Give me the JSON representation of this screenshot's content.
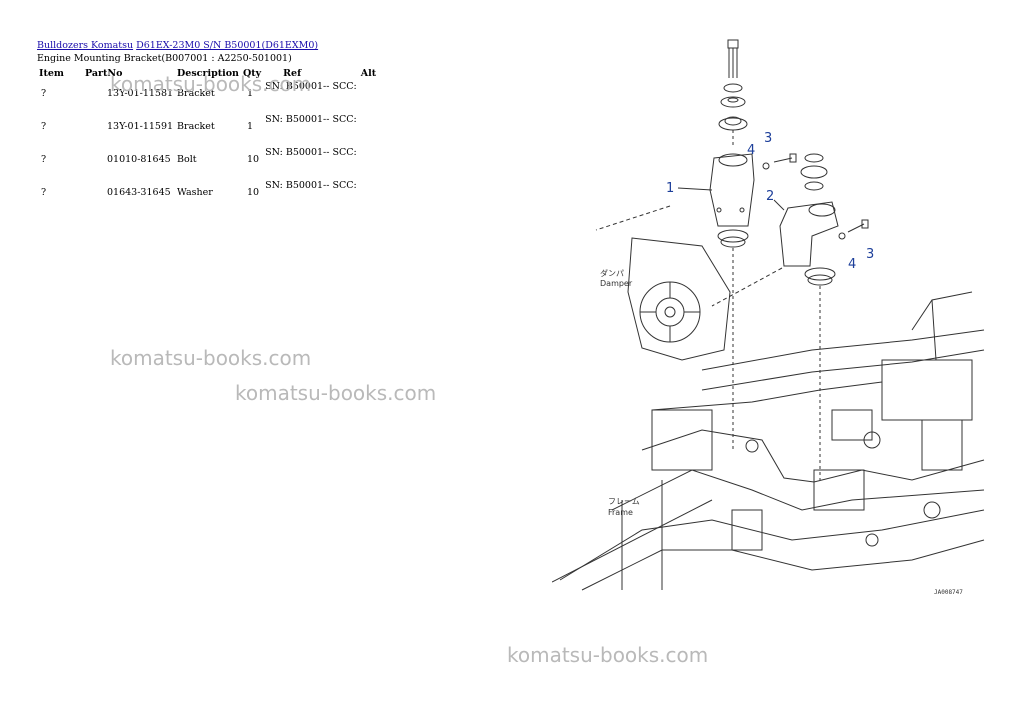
{
  "breadcrumb": {
    "link1": "Bulldozers Komatsu",
    "link2": "D61EX-23M0 S/N B50001(D61EXM0)"
  },
  "subtitle": "Engine Mounting Bracket(B007001 : A2250-501001)",
  "table": {
    "headers": [
      "Item",
      "PartNo",
      "Description",
      "Qty",
      "Ref",
      "Alt"
    ],
    "rows": [
      {
        "item": "?",
        "partno": "13Y-01-11581",
        "description": "Bracket",
        "qty": "1",
        "ref": "SN: B50001-- SCC:",
        "alt": ""
      },
      {
        "item": "?",
        "partno": "13Y-01-11591",
        "description": "Bracket",
        "qty": "1",
        "ref": "SN: B50001-- SCC:",
        "alt": ""
      },
      {
        "item": "?",
        "partno": "01010-81645",
        "description": "Bolt",
        "qty": "10",
        "ref": "SN: B50001-- SCC:",
        "alt": ""
      },
      {
        "item": "?",
        "partno": "01643-31645",
        "description": "Washer",
        "qty": "10",
        "ref": "SN: B50001-- SCC:",
        "alt": ""
      }
    ]
  },
  "watermark": "komatsu-books.com",
  "drawing": {
    "callouts": [
      "1",
      "2",
      "3",
      "4",
      "3",
      "4"
    ],
    "damper_jp": "ダンパ",
    "damper_en": "Damper",
    "frame_jp": "フレーム",
    "frame_en": "Frame",
    "code": "JA008747"
  }
}
